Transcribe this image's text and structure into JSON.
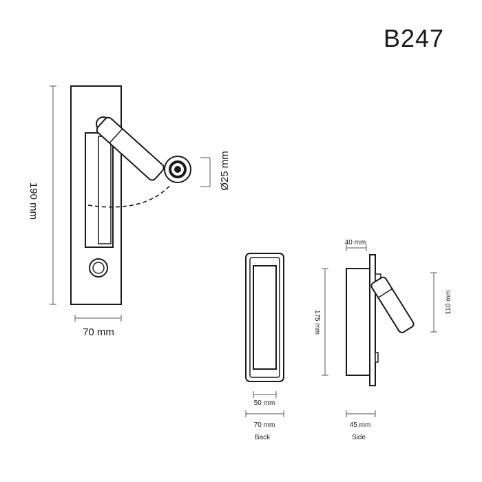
{
  "model": "B247",
  "front": {
    "height_label": "190 mm",
    "width_label": "70 mm",
    "diameter_label": "Ø25 mm"
  },
  "back": {
    "inner_width_label": "50 mm",
    "outer_width_label": "70 mm",
    "caption": "Back"
  },
  "side": {
    "top_depth_label": "40 mm",
    "height_label": "175 mm",
    "arm_height_label": "110 mm",
    "depth_label": "45 mm",
    "caption": "Side"
  },
  "colors": {
    "line": "#1a1a1a",
    "dim": "#555555",
    "background": "#ffffff"
  }
}
